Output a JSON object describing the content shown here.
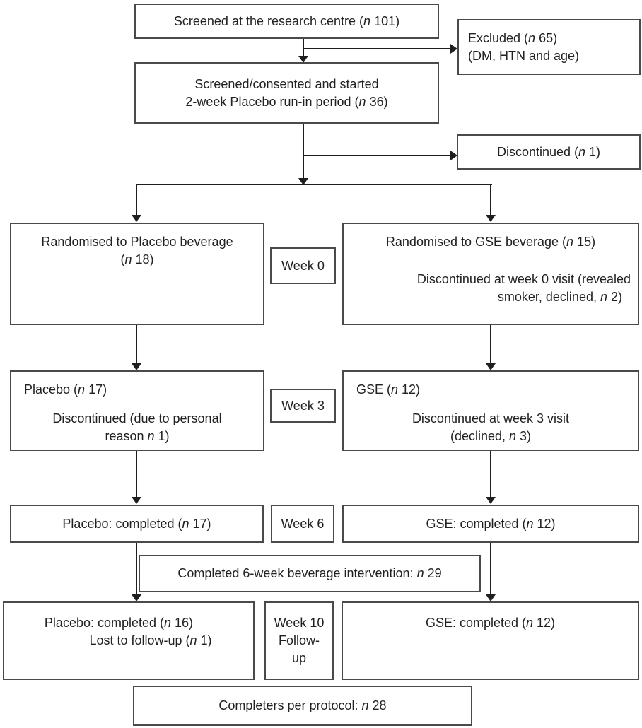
{
  "figure": {
    "type": "participant-flow-diagram",
    "colors": {
      "background": "#ffffff",
      "box_border": "#4a4a4a",
      "text": "#212121",
      "arrow": "#1f1f1f"
    }
  },
  "boxes": {
    "screened": {
      "l1": [
        {
          "t": "Screened at the research centre ("
        },
        {
          "t": "n",
          "i": true
        },
        {
          "t": " 101)"
        }
      ]
    },
    "excluded": {
      "l1": [
        {
          "t": "Excluded ("
        },
        {
          "t": "n",
          "i": true
        },
        {
          "t": " 65)"
        }
      ],
      "l2": [
        {
          "t": "(DM, HTN and age)"
        }
      ]
    },
    "runin": {
      "l1": [
        {
          "t": "Screened/consented and started"
        }
      ],
      "l2": [
        {
          "t": "2-week Placebo run-in period ("
        },
        {
          "t": "n",
          "i": true
        },
        {
          "t": " 36)"
        }
      ]
    },
    "discontinued_runin": {
      "l1": [
        {
          "t": "Discontinued ("
        },
        {
          "t": "n",
          "i": true
        },
        {
          "t": " 1)"
        }
      ]
    },
    "randomised_placebo": {
      "l1": [
        {
          "t": "Randomised to Placebo beverage"
        }
      ],
      "l2": [
        {
          "t": "("
        },
        {
          "t": "n",
          "i": true
        },
        {
          "t": " 18)"
        }
      ]
    },
    "week0": {
      "label": "Week 0"
    },
    "randomised_gse": {
      "l1": [
        {
          "t": "Randomised to GSE beverage ("
        },
        {
          "t": "n",
          "i": true
        },
        {
          "t": " 15)"
        }
      ],
      "l2": [
        {
          "t": "Discontinued at week 0 visit (revealed"
        }
      ],
      "l3": [
        {
          "t": "smoker, declined, "
        },
        {
          "t": "n",
          "i": true
        },
        {
          "t": " 2)"
        }
      ]
    },
    "placebo_week3": {
      "l1": [
        {
          "t": "Placebo ("
        },
        {
          "t": "n",
          "i": true
        },
        {
          "t": " 17)"
        }
      ],
      "l2": [
        {
          "t": "Discontinued (due to personal"
        }
      ],
      "l3": [
        {
          "t": "reason "
        },
        {
          "t": "n",
          "i": true
        },
        {
          "t": " 1)"
        }
      ]
    },
    "week3": {
      "label": "Week 3"
    },
    "gse_week3": {
      "l1": [
        {
          "t": "GSE ("
        },
        {
          "t": "n",
          "i": true
        },
        {
          "t": " 12)"
        }
      ],
      "l2": [
        {
          "t": "Discontinued at week 3 visit"
        }
      ],
      "l3": [
        {
          "t": "(declined, "
        },
        {
          "t": "n",
          "i": true
        },
        {
          "t": " 3)"
        }
      ]
    },
    "placebo_week6": {
      "l1": [
        {
          "t": "Placebo: completed ("
        },
        {
          "t": "n",
          "i": true
        },
        {
          "t": " 17)"
        }
      ]
    },
    "week6": {
      "label": "Week 6"
    },
    "gse_week6": {
      "l1": [
        {
          "t": "GSE: completed ("
        },
        {
          "t": "n",
          "i": true
        },
        {
          "t": " 12)"
        }
      ]
    },
    "completed_intervention": {
      "l1": [
        {
          "t": "Completed 6-week beverage intervention: "
        },
        {
          "t": "n",
          "i": true
        },
        {
          "t": " 29"
        }
      ]
    },
    "placebo_week10": {
      "l1": [
        {
          "t": "Placebo: completed ("
        },
        {
          "t": "n",
          "i": true
        },
        {
          "t": " 16)"
        }
      ],
      "l2": [
        {
          "t": "Lost to follow-up ("
        },
        {
          "t": "n",
          "i": true
        },
        {
          "t": " 1)"
        }
      ]
    },
    "week10": {
      "l1": "Week 10",
      "l2": "Follow-",
      "l3": "up"
    },
    "gse_week10": {
      "l1": [
        {
          "t": "GSE: completed ("
        },
        {
          "t": "n",
          "i": true
        },
        {
          "t": " 12)"
        }
      ]
    },
    "completers": {
      "l1": [
        {
          "t": "Completers per protocol: "
        },
        {
          "t": "n",
          "i": true
        },
        {
          "t": " 28"
        }
      ]
    }
  }
}
